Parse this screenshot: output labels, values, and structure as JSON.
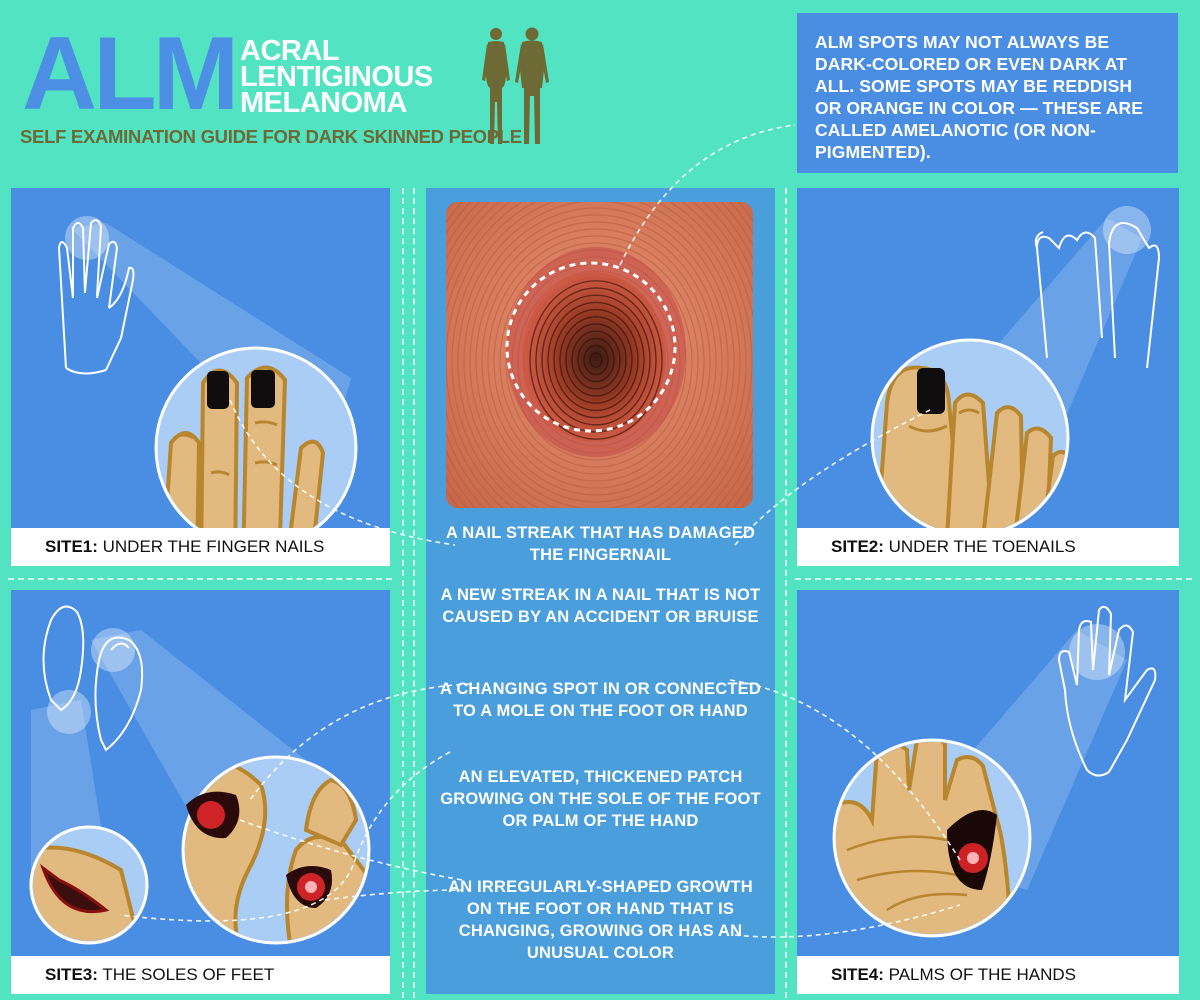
{
  "header": {
    "acronym": "ALM",
    "title_lines": [
      "ACRAL",
      "LENTIGINOUS",
      "MELANOMA"
    ],
    "subtitle": "SELF EXAMINATION GUIDE FOR DARK SKINNED PEOPLE"
  },
  "info": {
    "text": "ALM SPOTS MAY NOT ALWAYS BE DARK-COLORED OR EVEN DARK AT ALL. SOME SPOTS MAY BE REDDISH OR ORANGE IN COLOR — THESE ARE CALLED AMELANOTIC (OR NON-PIGMENTED)."
  },
  "sites": [
    {
      "label_bold": "SITE1:",
      "label_text": " UNDER THE FINGER NAILS"
    },
    {
      "label_bold": "SITE2:",
      "label_text": " UNDER THE TOENAILS"
    },
    {
      "label_bold": "SITE3:",
      "label_text": " THE SOLES OF FEET"
    },
    {
      "label_bold": "SITE4:",
      "label_text": " PALMS OF THE HANDS"
    }
  ],
  "features": [
    "A NAIL STREAK THAT HAS DAMAGED THE FINGERNAIL",
    "A NEW STREAK IN A NAIL THAT IS NOT CAUSED BY AN ACCIDENT OR BRUISE",
    "A CHANGING SPOT IN OR CONNECTED TO A MOLE ON THE FOOT OR HAND",
    "AN ELEVATED, THICKENED PATCH GROWING ON THE SOLE OF THE FOOT OR PALM OF THE HAND",
    "AN IRREGULARLY-SHAPED GROWTH ON THE FOOT OR HAND THAT IS CHANGING, GROWING OR HAS AN UNUSUAL COLOR"
  ],
  "colors": {
    "background": "#52e3c2",
    "panel": "#4a8ee3",
    "center_column": "#4a9edc",
    "acronym": "#4d8fe4",
    "subtitle": "#6e6a35",
    "skin": "#e2b97e",
    "skin_outline": "#b8862e",
    "lesion_red": "#e0262a"
  }
}
